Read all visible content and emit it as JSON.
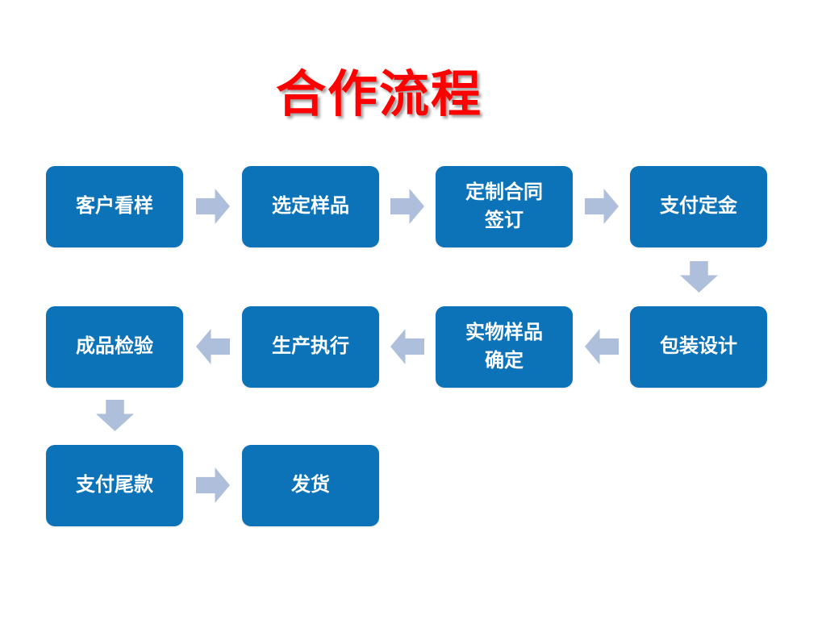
{
  "title": "合作流程",
  "colors": {
    "title_color": "#ff0000",
    "box_fill": "#0d73b9",
    "box_text": "#ffffff",
    "arrow_fill": "#aebfdc"
  },
  "nodes": [
    {
      "id": "customer-view-sample",
      "label": "客户看样"
    },
    {
      "id": "select-sample",
      "label": "选定样品"
    },
    {
      "id": "contract-signing",
      "label": "定制合同\n签订"
    },
    {
      "id": "pay-deposit",
      "label": "支付定金"
    },
    {
      "id": "packaging-design",
      "label": "包装设计"
    },
    {
      "id": "physical-sample-confirm",
      "label": "实物样品\n确定"
    },
    {
      "id": "production-execution",
      "label": "生产执行"
    },
    {
      "id": "finished-goods-inspection",
      "label": "成品检验"
    },
    {
      "id": "pay-balance",
      "label": "支付尾款"
    },
    {
      "id": "shipment",
      "label": "发货"
    }
  ]
}
